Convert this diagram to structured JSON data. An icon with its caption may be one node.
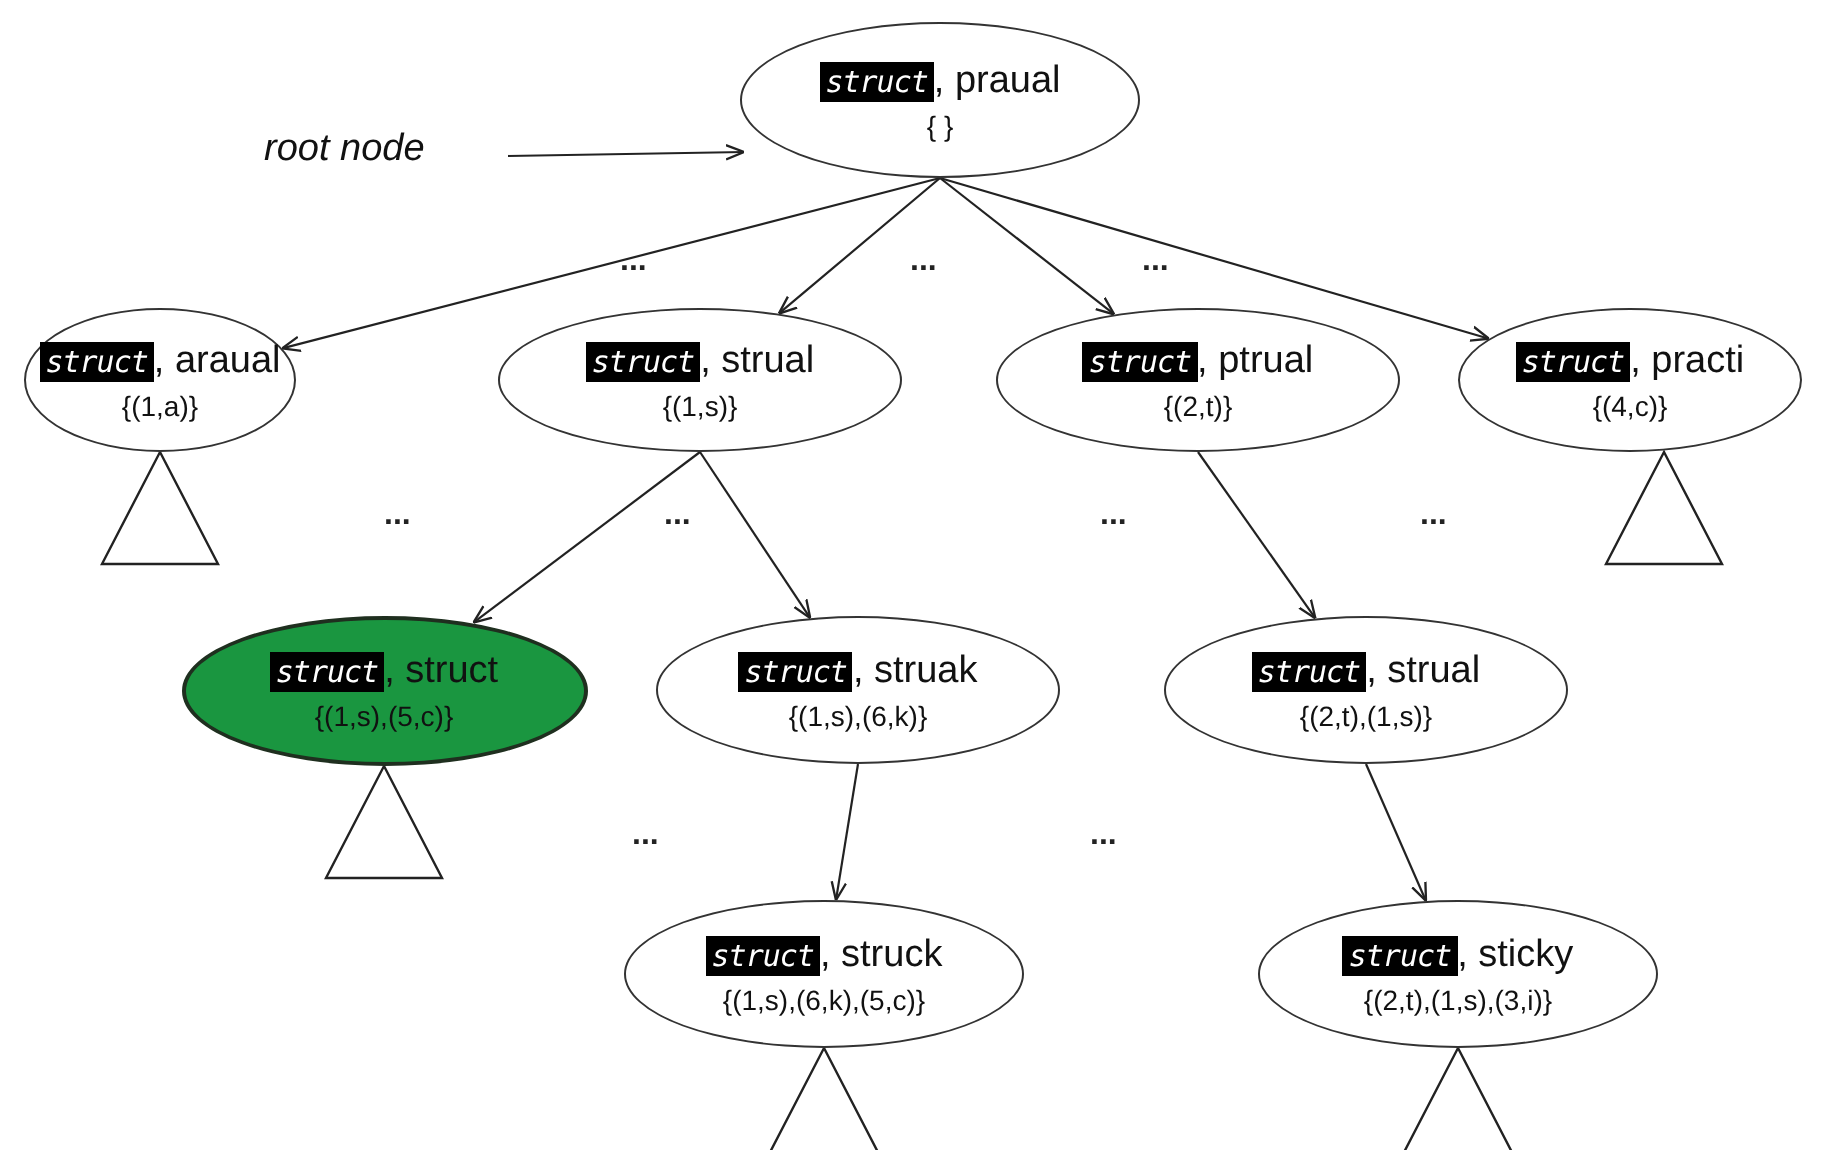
{
  "diagram": {
    "nodes": [
      {
        "text": [
          "root node"
        ]
      },
      {
        "text": [
          "struct",
          ", praual",
          "{ }"
        ]
      },
      {
        "text": [
          "struct",
          ", araual",
          "{(1,a)}"
        ]
      },
      {
        "text": [
          "struct",
          ", strual",
          "{(1,s)}"
        ]
      },
      {
        "text": [
          "struct",
          ", ptrual",
          "{(2,t)}"
        ]
      },
      {
        "text": [
          "struct",
          ", practi",
          "{(4,c)}"
        ]
      },
      {
        "text": [
          "struct",
          ", struct",
          "{(1,s),(5,c)}"
        ]
      },
      {
        "text": [
          "struct",
          ", struak",
          "{(1,s),(6,k)}"
        ]
      },
      {
        "text": [
          "struct",
          ", strual",
          "{(2,t),(1,s)}"
        ]
      },
      {
        "text": [
          "struct",
          ", struck",
          "{(1,s),(6,k),(5,c)}"
        ]
      },
      {
        "text": [
          "struct",
          ", sticky",
          "{(2,t),(1,s),(3,i)}"
        ]
      }
    ],
    "edges": [
      {
        "from": 0,
        "to": 1,
        "arrow": "to"
      },
      {
        "from": 1,
        "to": 2,
        "arrow": "to"
      },
      {
        "from": 1,
        "to": 3,
        "arrow": "to"
      },
      {
        "from": 1,
        "to": 4,
        "arrow": "to"
      },
      {
        "from": 1,
        "to": 5,
        "arrow": "to"
      },
      {
        "from": 3,
        "to": 6,
        "arrow": "to"
      },
      {
        "from": 3,
        "to": 7,
        "arrow": "to"
      },
      {
        "from": 4,
        "to": 8,
        "arrow": "to"
      },
      {
        "from": 7,
        "to": 9,
        "arrow": "to"
      },
      {
        "from": 8,
        "to": 10,
        "arrow": "to"
      }
    ],
    "labels": [
      "...",
      "...",
      "...",
      "...",
      "...",
      "...",
      "...",
      "...",
      "..."
    ]
  }
}
